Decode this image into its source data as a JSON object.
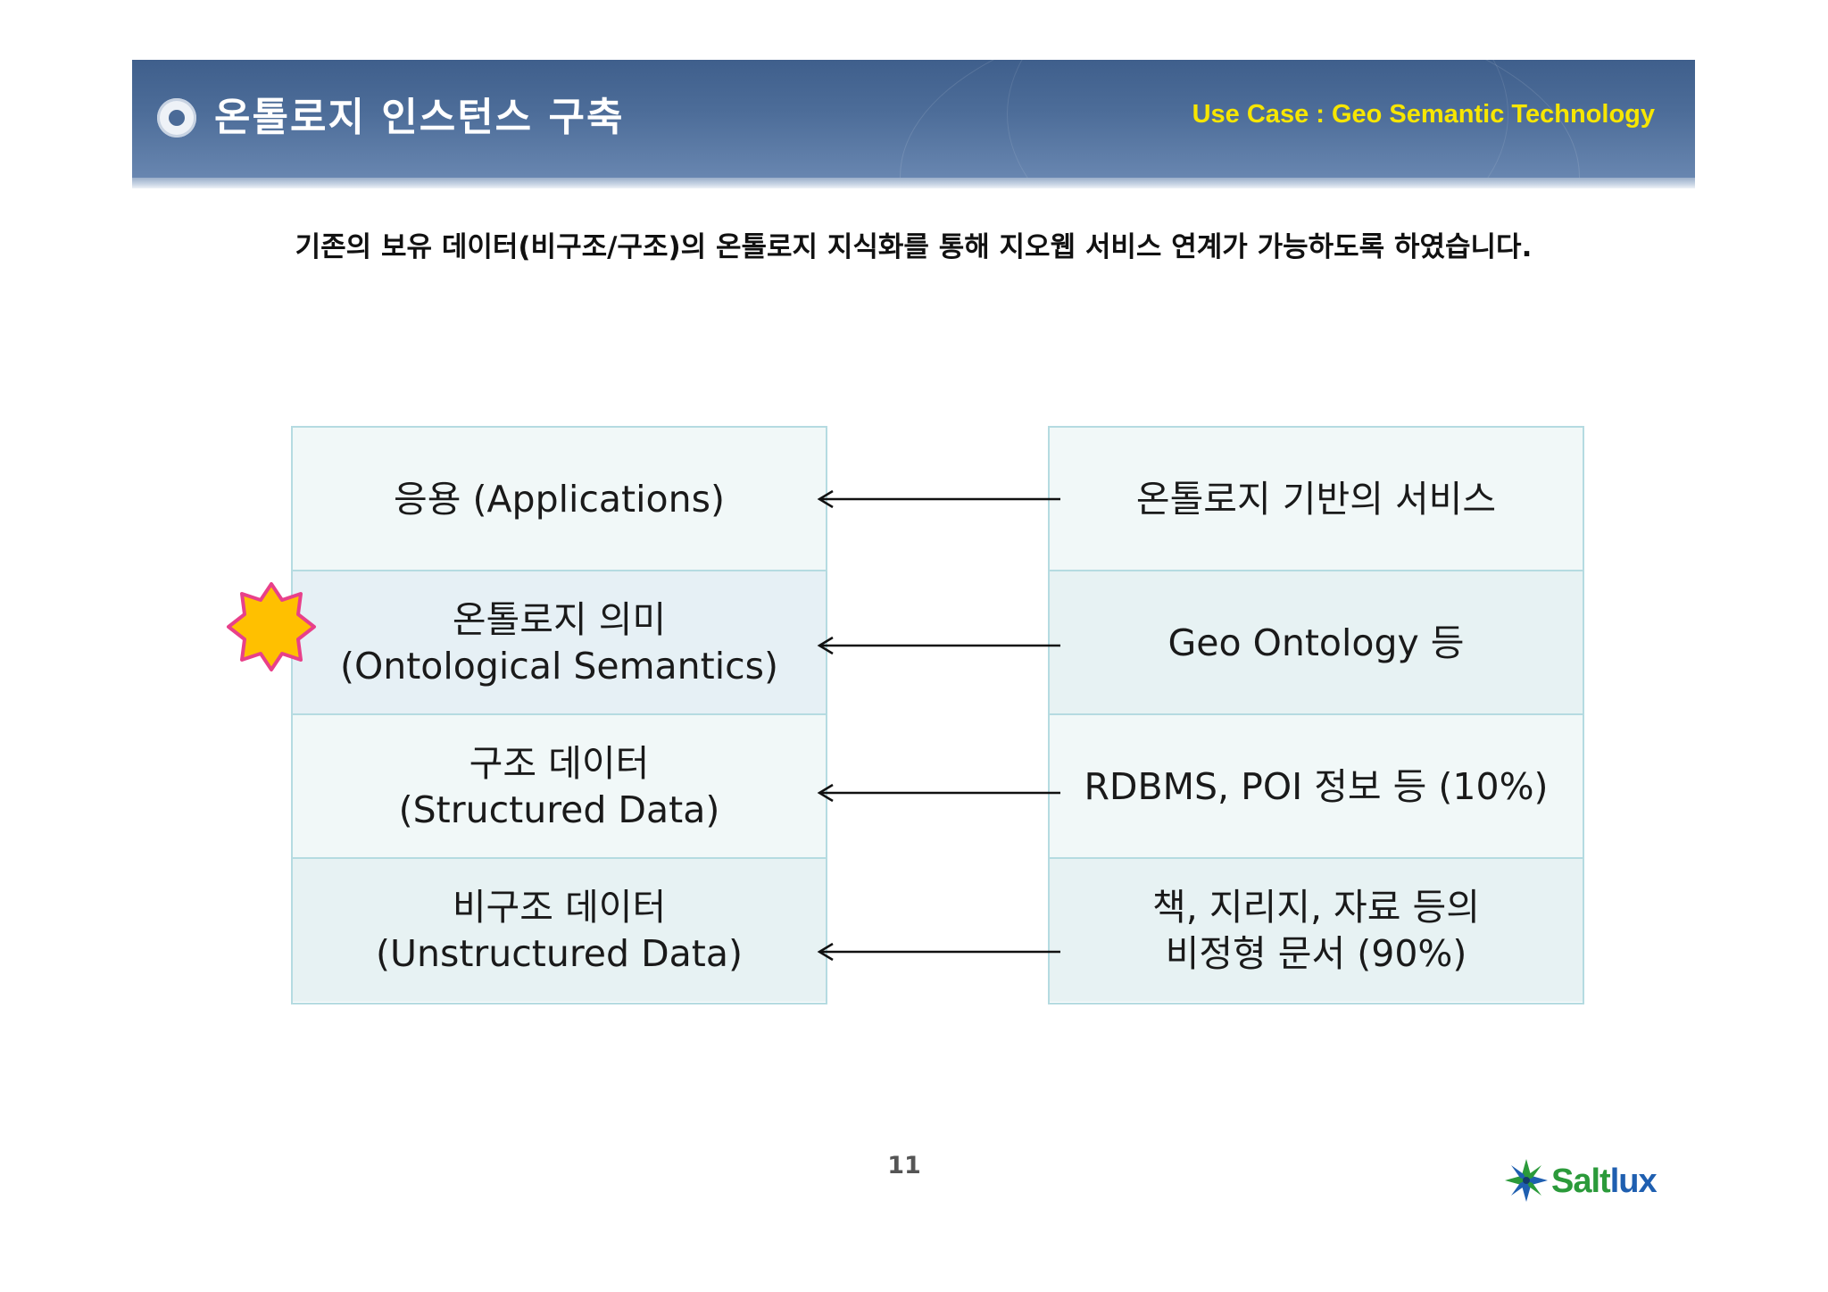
{
  "header": {
    "title": "온톨로지 인스턴스 구축",
    "use_case": "Use Case : Geo Semantic Technology"
  },
  "subtitle": "기존의 보유 데이터(비구조/구조)의 온톨로지 지식화를 통해 지오웹 서비스 연계가 가능하도록 하였습니다.",
  "left_column": [
    {
      "line1": "응용 (Applications)",
      "line2": ""
    },
    {
      "line1": "온톨로지 의미",
      "line2": "(Ontological Semantics)"
    },
    {
      "line1": "구조 데이터",
      "line2": "(Structured Data)"
    },
    {
      "line1": "비구조 데이터",
      "line2": "(Unstructured Data)"
    }
  ],
  "right_column": [
    {
      "line1": "온톨로지 기반의 서비스",
      "line2": ""
    },
    {
      "line1": "Geo Ontology 등",
      "line2": ""
    },
    {
      "line1": "RDBMS, POI 정보 등 (10%)",
      "line2": ""
    },
    {
      "line1": "책, 지리지, 자료 등의",
      "line2": "비정형 문서 (90%)"
    }
  ],
  "highlight_marker_icon": "star-burst-icon",
  "colors": {
    "header_bg": "#4a6a97",
    "use_case_text": "#f7e600",
    "cell_border": "#b5dbe1",
    "star_fill": "#ffc000",
    "star_outline": "#e8408a"
  },
  "footer": {
    "page_number": "11",
    "logo_text_part1": "Salt",
    "logo_text_part2": "lux"
  }
}
